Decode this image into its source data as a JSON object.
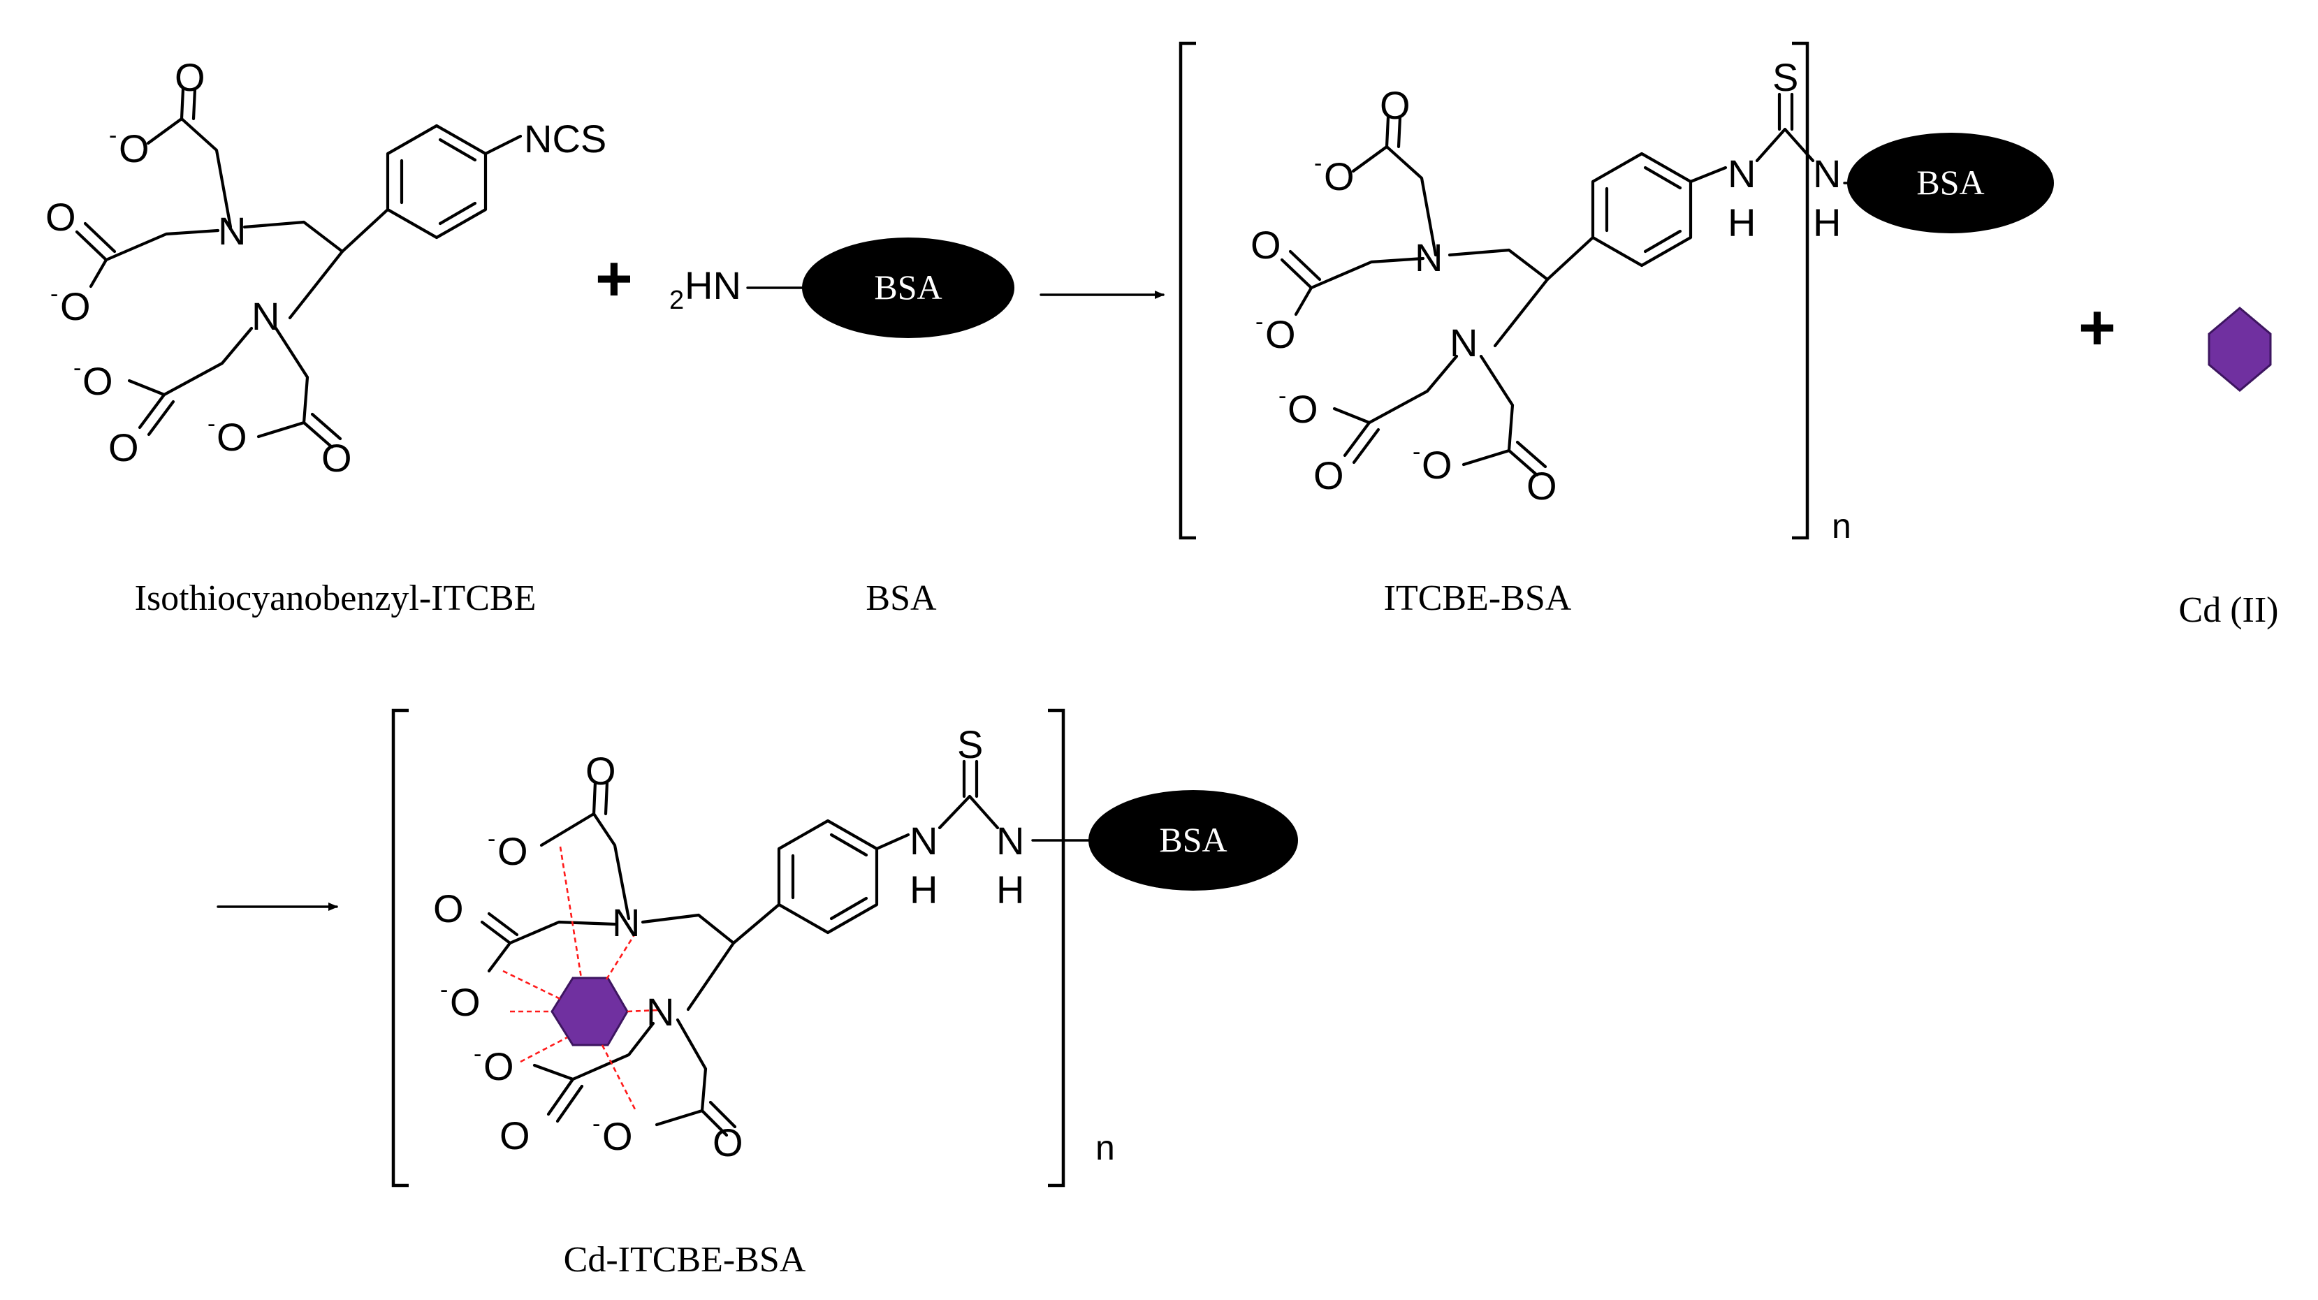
{
  "captions": {
    "reagent": "Isothiocyanobenzyl-ITCBE",
    "bsa": "BSA",
    "conjugate": "ITCBE-BSA",
    "metal": "Cd (II)",
    "complex": "Cd-ITCBE-BSA"
  },
  "atoms": {
    "N": "N",
    "O": "O",
    "S": "S",
    "H": "H",
    "NH": "NH",
    "NCS": "NCS",
    "amine": "HN",
    "amine_sub": "2",
    "neg": "-"
  },
  "protein_label": "BSA",
  "repeat_index": "n",
  "plus": "+",
  "colors": {
    "metal_fill": "#7030a0",
    "metal_stroke": "#3d1560",
    "coordination": "#ff1a1a",
    "protein_fill": "#000000"
  }
}
